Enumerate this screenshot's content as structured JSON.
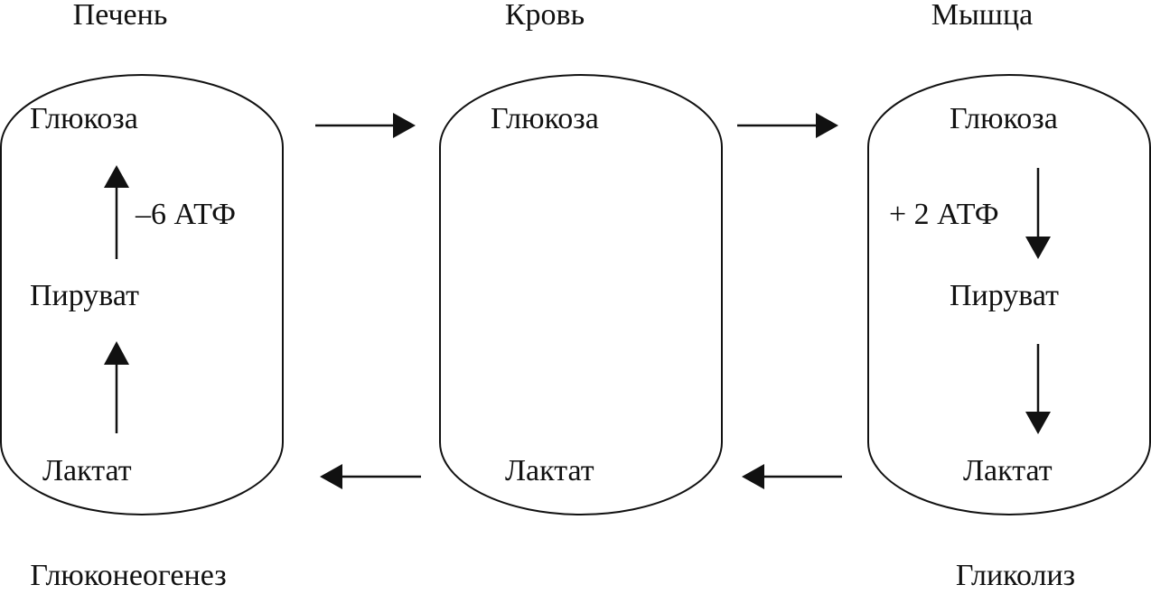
{
  "columns": [
    {
      "title": "Печень",
      "glucose": "Глюкоза",
      "pyruvate": "Пируват",
      "lactate": "Лактат",
      "atp": "–6 АТФ",
      "process": "Глюконеогенез"
    },
    {
      "title": "Кровь",
      "glucose": "Глюкоза",
      "lactate": "Лактат"
    },
    {
      "title": "Мышца",
      "glucose": "Глюкоза",
      "pyruvate": "Пируват",
      "lactate": "Лактат",
      "atp": "+ 2 АТФ",
      "process": "Гликолиз"
    }
  ]
}
